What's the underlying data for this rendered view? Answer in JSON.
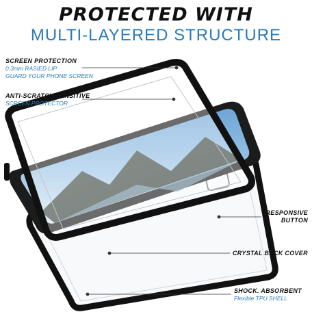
{
  "title": {
    "line1": "PROTECTED WITH",
    "line2": "MULTI-LAYERED STRUCTURE"
  },
  "callouts": {
    "screen_protection": {
      "heading": "SCREEN PROTECTION",
      "sub1": "0.3mm RASIED LIP",
      "sub2": "GUARD YOUR PHONE SCREEN"
    },
    "anti_scratch": {
      "heading": "ANTI-SCRATCH SENSITIVE",
      "sub1": "SCREEN PROTECTOR"
    },
    "responsive_button": {
      "heading1": "RESPONSIVE",
      "heading2": "BUTTON"
    },
    "crystal_back": {
      "heading": "CRYSTAL BACK COVER"
    },
    "shock_absorbent": {
      "heading": "SHOCK. ABSORBENT",
      "sub1": "Flexible TPU SHELL"
    }
  },
  "colors": {
    "accent": "#2a7bb8",
    "frame": "#111111"
  }
}
